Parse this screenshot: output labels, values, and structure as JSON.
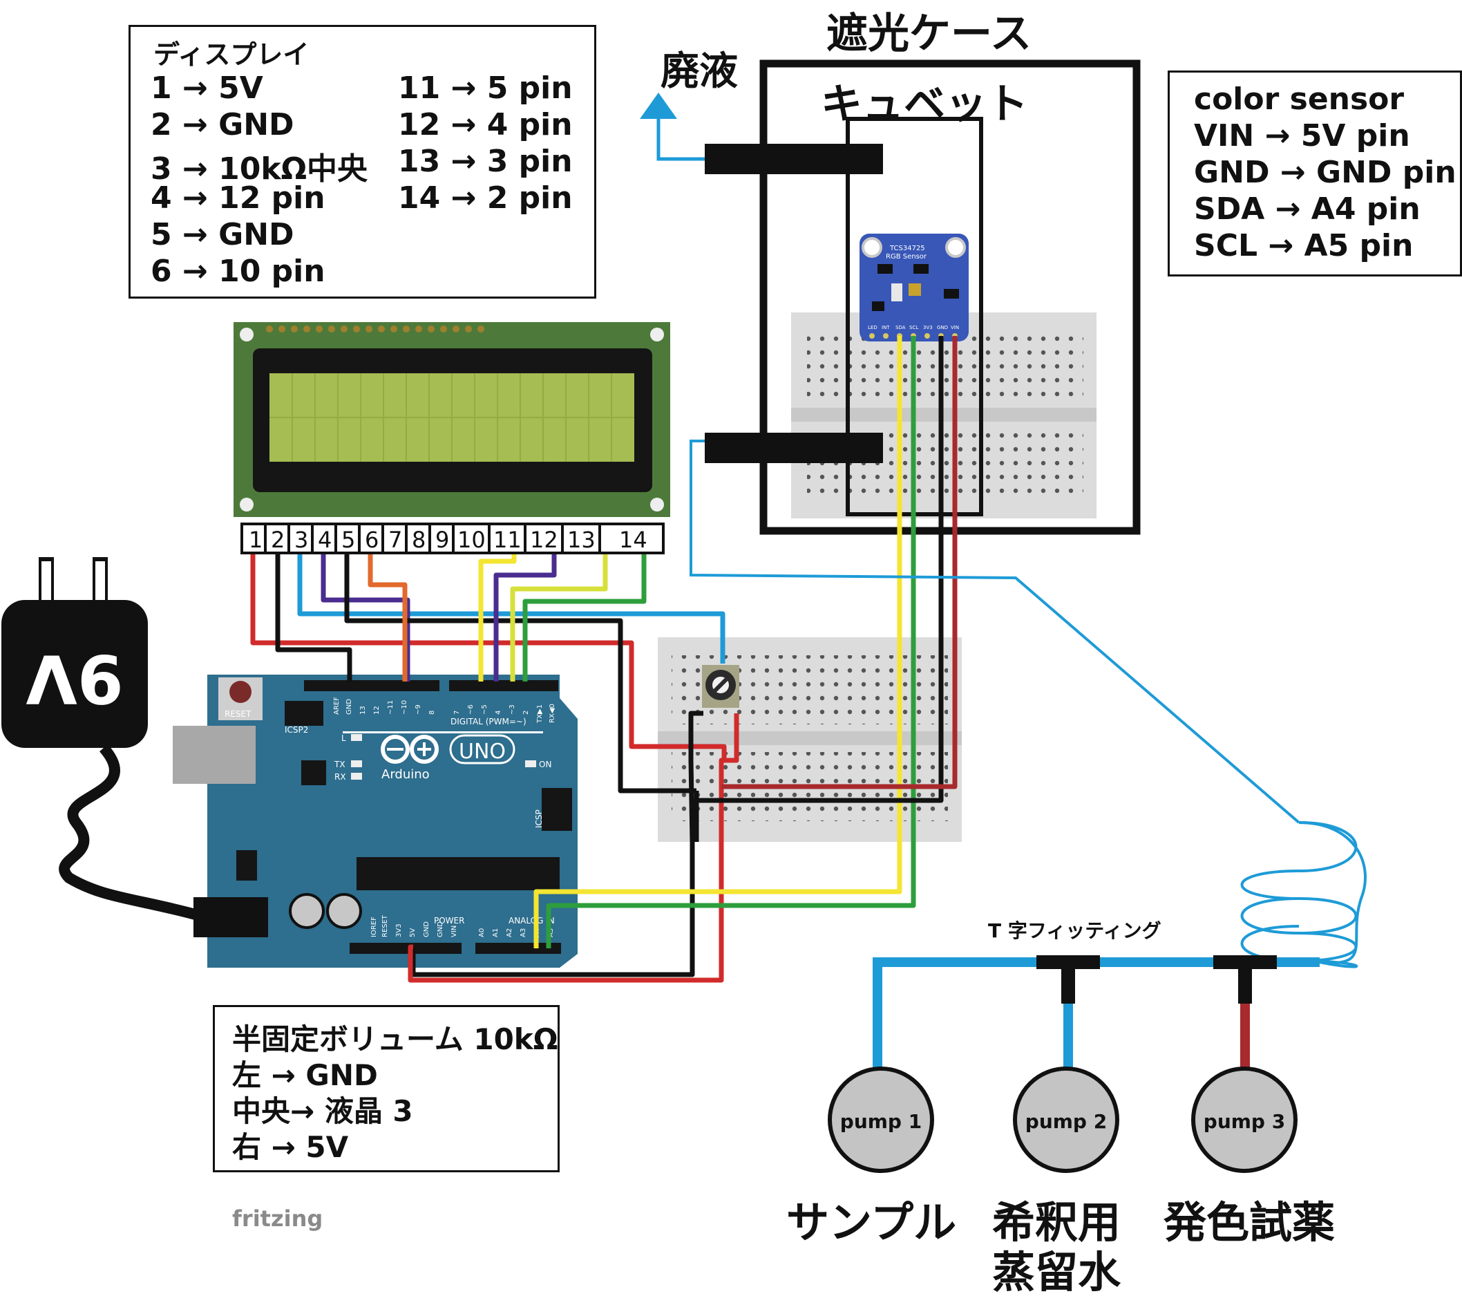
{
  "lcd_box": {
    "title": "ディスプレイ",
    "left": [
      "1 → 5V",
      "2 → GND",
      "3 → 10kΩ中央",
      "4 → 12 pin",
      "5 → GND",
      "6 → 10 pin"
    ],
    "right": [
      "11 → 5 pin",
      "12 → 4 pin",
      "13 → 3 pin",
      "14 → 2 pin"
    ]
  },
  "sensor_box": {
    "lines": [
      "color sensor",
      "VIN → 5V pin",
      "GND → GND pin",
      "SDA  → A4 pin",
      "SCL  → A5 pin"
    ]
  },
  "pot_box": {
    "lines": [
      "半固定ボリューム 10kΩ",
      "左 → GND",
      "中央→ 液晶 3",
      "右 → 5V"
    ]
  },
  "labels": {
    "case": "遮光ケース",
    "cuvette": "キュベット",
    "waste": "廃液",
    "t_fitting": "T 字フィッティング",
    "power": "9V",
    "fritzing": "fritzing"
  },
  "lcd_pins": [
    "1",
    "2",
    "3",
    "4",
    "5",
    "6",
    "7",
    "8",
    "9",
    "10",
    "11",
    "12",
    "13",
    "14"
  ],
  "sensor_chip": {
    "model": "TCS34725",
    "name": "RGB Sensor",
    "pins": [
      "LED",
      "INT",
      "SDA",
      "SCL",
      "3V3",
      "GND",
      "VIN"
    ]
  },
  "arduino": {
    "logo": "UNO",
    "brand": "Arduino",
    "reset": "RESET",
    "icsp2": "ICSP2",
    "icsp": "ICSP",
    "digital": "DIGITAL (PWM=~)",
    "power": "POWER",
    "analog": "ANALOG IN",
    "led_l": "L",
    "tx": "TX",
    "rx": "RX",
    "on": "ON",
    "top_pins": [
      "AREF",
      "GND",
      "13",
      "12",
      "~11",
      "~10",
      "~9",
      "8",
      "7",
      "~6",
      "~5",
      "4",
      "~3",
      "2",
      "TX▶1",
      "RX◀0"
    ],
    "power_pins": [
      "IOREF",
      "RESET",
      "3V3",
      "5V",
      "GND",
      "GND",
      "VIN"
    ],
    "analog_pins": [
      "A0",
      "A1",
      "A2",
      "A3",
      "A4",
      "A5"
    ]
  },
  "pumps": [
    {
      "label": "pump 1",
      "name": "サンプル"
    },
    {
      "label": "pump 2",
      "name": "希釈用",
      "name2": "蒸留水"
    },
    {
      "label": "pump 3",
      "name": "発色試薬"
    }
  ],
  "colors": {
    "red": "#d12b2b",
    "black": "#111111",
    "blue": "#1e9bd7",
    "yellow": "#f3e531",
    "green": "#2e9e3d",
    "purple": "#4a2d8f",
    "orange": "#e26a2c",
    "darkred": "#a82a2d",
    "arduino": "#2e6e8e",
    "lcd_pcb": "#4d7a3a",
    "lcd_screen": "#a5bd52",
    "sensor": "#3857b7",
    "breadboard": "#dcdcdc",
    "pump": "#c4c4c4"
  }
}
